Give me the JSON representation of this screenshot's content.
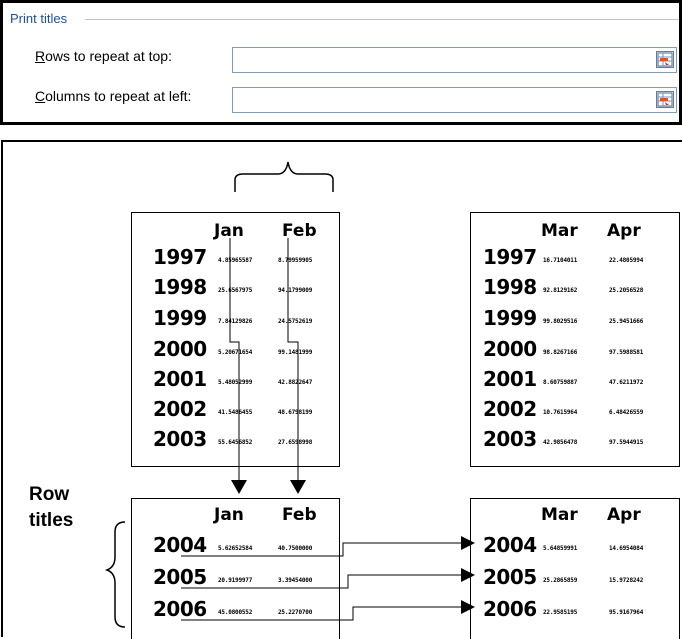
{
  "print_titles": {
    "group_title": "Print titles",
    "rows_label_prefix": "R",
    "rows_label_rest": "ows to repeat at top:",
    "rows_value": "",
    "columns_label_prefix": "C",
    "columns_label_rest": "olumns to repeat at left:",
    "columns_value": "",
    "collapse_icon": "range-collapse-icon"
  },
  "illustration": {
    "top_left_sheet": {
      "headers": [
        "Jan",
        "Feb"
      ],
      "rows": [
        {
          "year": "1997",
          "c1": "4.85965587",
          "c2": "8.79959905"
        },
        {
          "year": "1998",
          "c1": "25.6567975",
          "c2": "94.1799009"
        },
        {
          "year": "1999",
          "c1": "7.84129826",
          "c2": "24.5752619"
        },
        {
          "year": "2000",
          "c1": "5.20671654",
          "c2": "99.1481999"
        },
        {
          "year": "2001",
          "c1": "5.48052999",
          "c2": "42.8822647"
        },
        {
          "year": "2002",
          "c1": "41.5486455",
          "c2": "48.6798199"
        },
        {
          "year": "2003",
          "c1": "55.6456852",
          "c2": "27.6598998"
        }
      ]
    },
    "top_right_sheet": {
      "headers": [
        "Mar",
        "Apr"
      ],
      "rows": [
        {
          "year": "1997",
          "c1": "16.7104011",
          "c2": "22.4805994"
        },
        {
          "year": "1998",
          "c1": "92.8129162",
          "c2": "25.2056528"
        },
        {
          "year": "1999",
          "c1": "99.8029516",
          "c2": "25.9451666"
        },
        {
          "year": "2000",
          "c1": "98.8267166",
          "c2": "97.5988581"
        },
        {
          "year": "2001",
          "c1": "8.60759887",
          "c2": "47.6211972"
        },
        {
          "year": "2002",
          "c1": "10.7615964",
          "c2": "6.48426559"
        },
        {
          "year": "2003",
          "c1": "42.9856478",
          "c2": "97.5944915"
        }
      ]
    },
    "bottom_left_sheet": {
      "headers": [
        "Jan",
        "Feb"
      ],
      "rows": [
        {
          "year": "2004",
          "c1": "5.62652584",
          "c2": "40.7500000"
        },
        {
          "year": "2005",
          "c1": "20.9199977",
          "c2": "3.39454000"
        },
        {
          "year": "2006",
          "c1": "45.0800552",
          "c2": "25.2270700"
        }
      ]
    },
    "bottom_right_sheet": {
      "headers": [
        "Mar",
        "Apr"
      ],
      "rows": [
        {
          "year": "2004",
          "c1": "5.64859991",
          "c2": "14.6954084"
        },
        {
          "year": "2005",
          "c1": "25.2865859",
          "c2": "15.9728242"
        },
        {
          "year": "2006",
          "c1": "22.9585195",
          "c2": "95.9167964"
        }
      ]
    },
    "row_titles_label_line1": "Row",
    "row_titles_label_line2": "titles"
  }
}
